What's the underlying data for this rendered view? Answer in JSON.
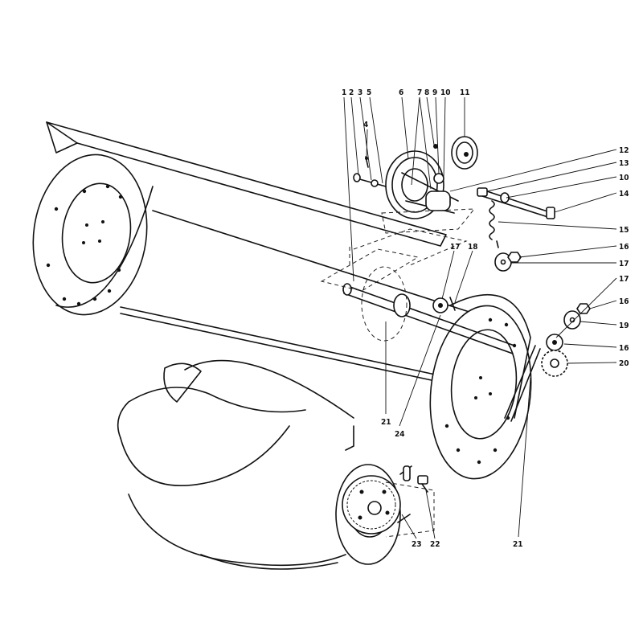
{
  "callouts": {
    "c1": "1",
    "c2": "2",
    "c3": "3",
    "c4": "4",
    "c5": "5",
    "c6": "6",
    "c7": "7",
    "c8": "8",
    "c9": "9",
    "c10a": "10",
    "c11": "11",
    "c12": "12",
    "c13": "13",
    "c10b": "10",
    "c14": "14",
    "c15": "15",
    "c16a": "16",
    "c17a": "17",
    "c17b": "17",
    "c18": "18",
    "c17c": "17",
    "c16b": "16",
    "c19": "19",
    "c16c": "16",
    "c20": "20",
    "c21a": "21",
    "c24": "24",
    "c21b": "21",
    "c23": "23",
    "c22": "22"
  }
}
